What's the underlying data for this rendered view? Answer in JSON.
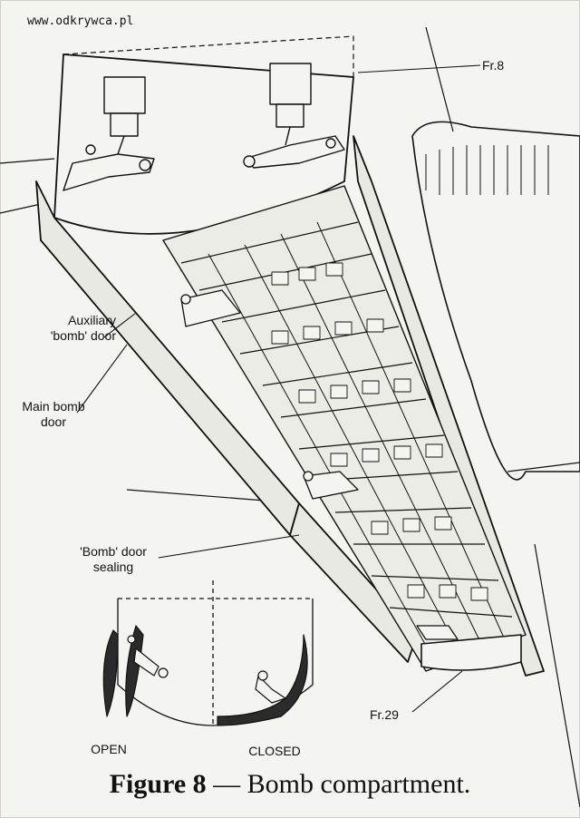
{
  "watermark": "www.odkrywca.pl",
  "labels": {
    "fr8": "Fr.8",
    "aux_door_line1": "Auxiliary",
    "aux_door_line2": "'bomb' door",
    "main_door_line1": "Main bomb",
    "main_door_line2": "door",
    "sealing_line1": "'Bomb' door",
    "sealing_line2": "sealing",
    "fr29": "Fr.29",
    "open": "OPEN",
    "closed": "CLOSED"
  },
  "caption": {
    "figure": "Figure 8",
    "separator": "—",
    "text": "Bomb compartment."
  }
}
